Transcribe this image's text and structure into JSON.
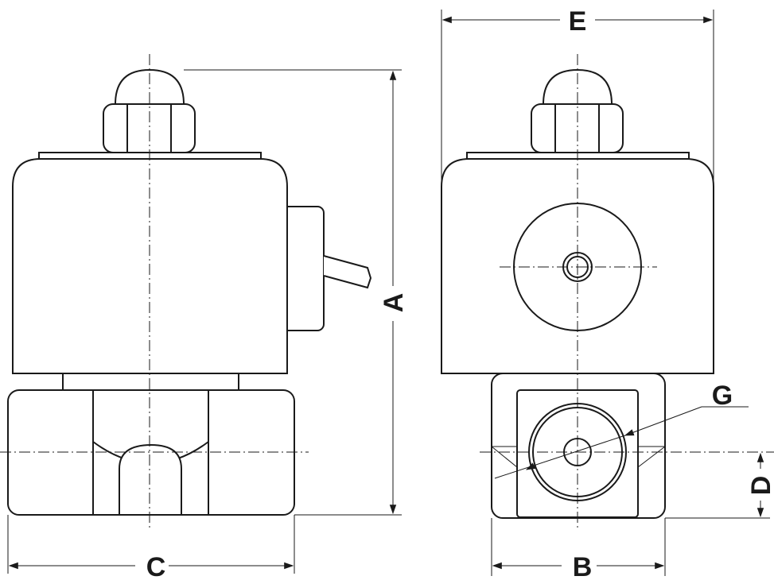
{
  "labels": {
    "a": "A",
    "b": "B",
    "c": "C",
    "d": "D",
    "e": "E",
    "g": "G"
  },
  "colors": {
    "line": "#1a1a1a",
    "background": "#ffffff"
  }
}
